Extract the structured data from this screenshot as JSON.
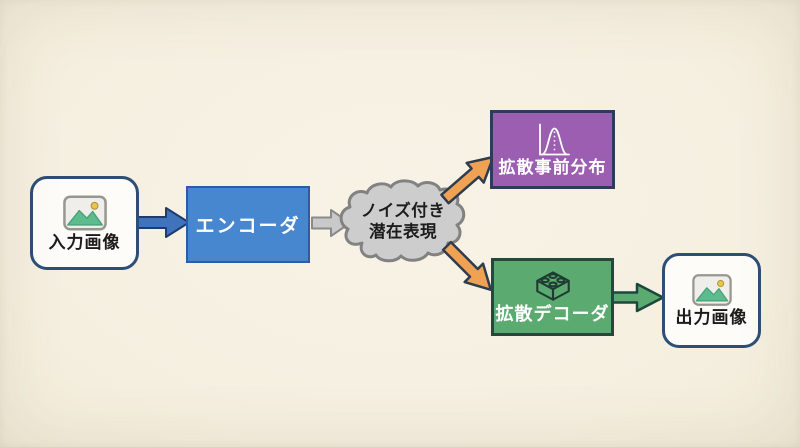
{
  "diagram": {
    "title_note": "",
    "background_color": "#f5efe0",
    "nodes": {
      "input_image": {
        "label": "入力画像",
        "fill": "#fdfcf8",
        "border": "#2d4f76",
        "icon": "image-icon"
      },
      "encoder": {
        "label": "エンコーダ",
        "fill": "#4687cf",
        "border": "#2b5ca6",
        "text_color": "#ffffff"
      },
      "noisy_latent": {
        "label_line1": "ノイズ付き",
        "label_line2": "潜在表現",
        "shape": "cloud",
        "fill": "#cdcdcd",
        "border": "#828282",
        "text_color": "#1c1c1c"
      },
      "diffusion_prior": {
        "label": "拡散事前分布",
        "fill": "#9b5eb0",
        "border": "#303a5c",
        "text_color": "#ffffff",
        "icon": "bell-curve-icon"
      },
      "diffusion_decoder": {
        "label": "拡散デコーダ",
        "fill": "#5bab71",
        "border": "#27473c",
        "text_color": "#ffffff",
        "icon": "lego-brick-icon"
      },
      "output_image": {
        "label": "出力画像",
        "fill": "#fdfcf8",
        "border": "#2d4f76",
        "icon": "image-icon"
      }
    },
    "arrows": [
      {
        "name": "input-to-encoder",
        "fill": "#3f74bd",
        "outline": "#1d3c6b",
        "direction": "right"
      },
      {
        "name": "encoder-to-latent",
        "fill": "#c9c9c9",
        "outline": "#8a8a8a",
        "direction": "right"
      },
      {
        "name": "latent-to-prior",
        "fill": "#f0a254",
        "outline": "#2e3c4e",
        "direction": "up-right"
      },
      {
        "name": "latent-to-decoder",
        "fill": "#f0a254",
        "outline": "#2e3c4e",
        "direction": "down-right"
      },
      {
        "name": "decoder-to-output",
        "fill": "#5bab71",
        "outline": "#1c473f",
        "direction": "right"
      }
    ]
  }
}
